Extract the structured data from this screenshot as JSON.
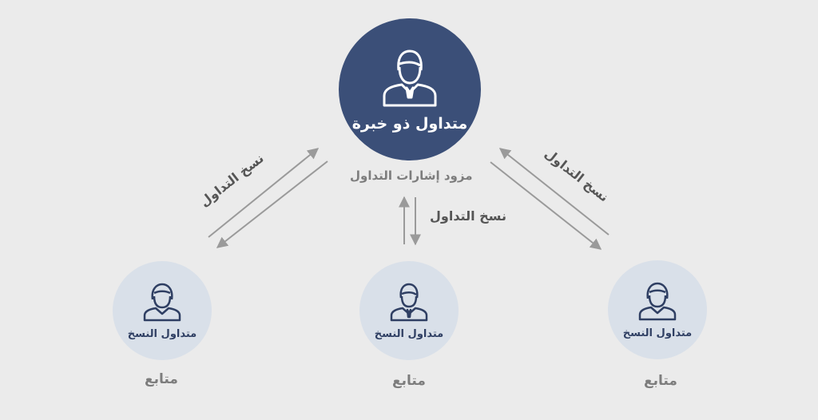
{
  "provider": {
    "title": "متداول ذو خبرة",
    "subtitle": "مزود إشارات التداول",
    "icon": "businessman-icon"
  },
  "copy_label": "نسخ التداول",
  "followers": [
    {
      "title": "متداول النسخ",
      "role": "متابع",
      "icon": "female-user-icon"
    },
    {
      "title": "متداول النسخ",
      "role": "متابع",
      "icon": "male-user-icon"
    },
    {
      "title": "متداول النسخ",
      "role": "متابع",
      "icon": "female-user-icon"
    }
  ],
  "colors": {
    "background": "#ebebeb",
    "provider": "#3b4f78",
    "follower": "#d9e0e9",
    "arrow": "#9a9a9a"
  }
}
